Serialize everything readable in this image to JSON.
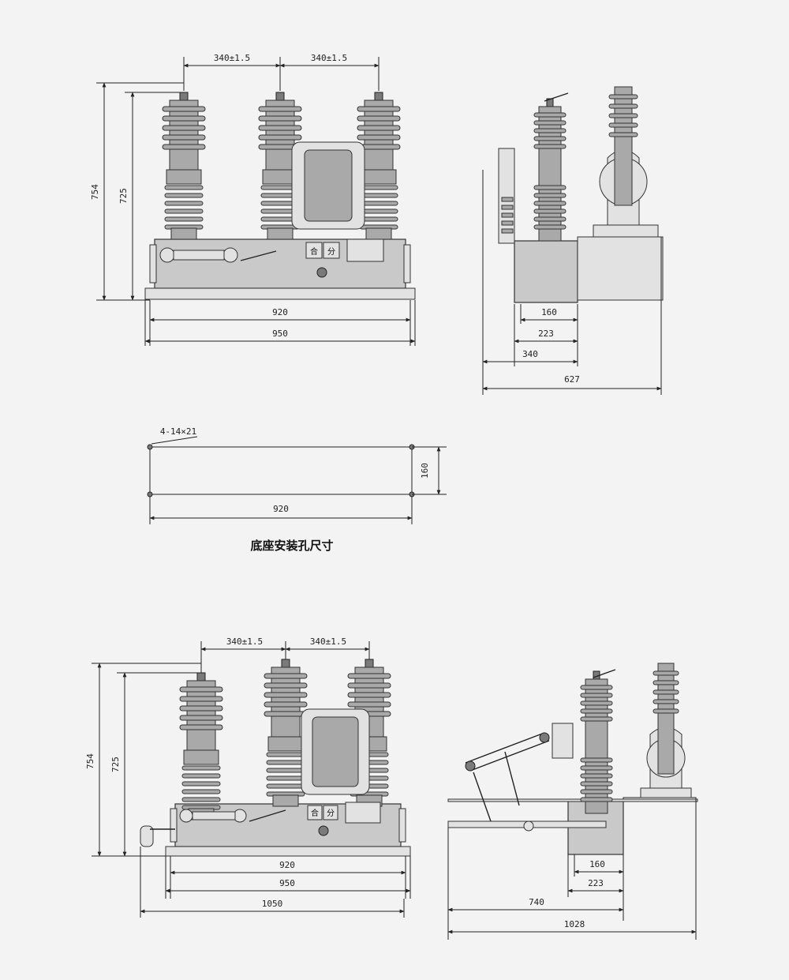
{
  "caption": "底座安装孔尺寸",
  "view_top_front": {
    "dims": {
      "pitch_left": "340±1.5",
      "pitch_right": "340±1.5",
      "height_total": "754",
      "height_inner": "725",
      "width_inner": "920",
      "width_outer": "950"
    },
    "labels": {
      "close": "合",
      "open": "分"
    }
  },
  "view_top_side": {
    "dims": {
      "d160": "160",
      "d223": "223",
      "d340": "340",
      "d627": "627"
    }
  },
  "view_mount": {
    "dims": {
      "holes": "4-14×21",
      "width": "920",
      "depth": "160"
    }
  },
  "view_bottom_front": {
    "dims": {
      "pitch_left": "340±1.5",
      "pitch_right": "340±1.5",
      "height_total": "754",
      "height_inner": "725",
      "width_920": "920",
      "width_950": "950",
      "width_1050": "1050"
    },
    "labels": {
      "close": "合",
      "open": "分"
    }
  },
  "view_bottom_side": {
    "dims": {
      "d160": "160",
      "d223": "223",
      "d740": "740",
      "d1028": "1028"
    }
  }
}
